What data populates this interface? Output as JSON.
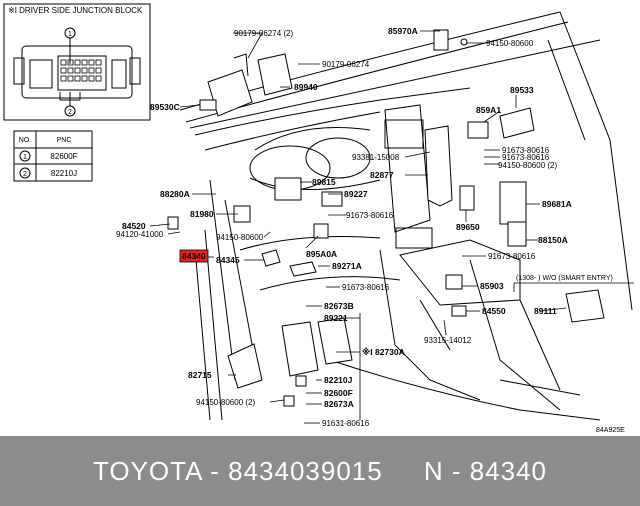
{
  "inset": {
    "title": "※I  DRIVER SIDE JUNCTION BLOCK",
    "callout_1": "1",
    "callout_2": "2",
    "table": {
      "headers": [
        "NO.",
        "PNC"
      ],
      "rows": [
        {
          "no": "1",
          "pnc": "82600F"
        },
        {
          "no": "2",
          "pnc": "82210J"
        }
      ]
    }
  },
  "labels": {
    "p90179_06274_2": "90179-06274 (2)",
    "p90179_06274": "90179-06274",
    "p89940": "89940",
    "p89530C": "89530C",
    "p85970A": "85970A",
    "p94150_80600_top": "94150-80600",
    "p859A1": "859A1",
    "p89533": "89533",
    "p93381": "93381-15008",
    "p82877": "82877",
    "p91673_a": "91673-80616",
    "p91673_b": "91673-80616",
    "p94150_2_right": "94150-80600 (2)",
    "p88280A": "88280A",
    "p89815": "89815",
    "p89227": "89227",
    "p91673_c": "91673-80616",
    "p81980": "81980",
    "p84520": "84520",
    "p94120": "94120-41000",
    "p94150_mid": "94150-80600",
    "p895A0A": "895A0A",
    "p84340": "84340",
    "p84345": "84345",
    "p89271A": "89271A",
    "p91673_d": "91673-80616",
    "p89681A": "89681A",
    "p89650": "89650",
    "p88150A": "88150A",
    "p91673_e": "91673-80616",
    "p85903": "85903",
    "wo_smart": "(1308-     ) W/O (SMART ENTRY)",
    "p84550": "84550",
    "p89111": "89111",
    "p93315": "93315-14012",
    "p82673B": "82673B",
    "p89221": "89221",
    "p82730A": "※I 82730A",
    "p82715": "82715",
    "p82210J": "82210J",
    "p82600F": "82600F",
    "p94150_2_bottom": "94150-80600 (2)",
    "p82673A": "82673A",
    "p91631": "91631-80616",
    "figure_code": "84A925E"
  },
  "highlight_color": "#e8231f",
  "footer": {
    "text": "TOYOTA - 8434039015     N - 84340"
  }
}
